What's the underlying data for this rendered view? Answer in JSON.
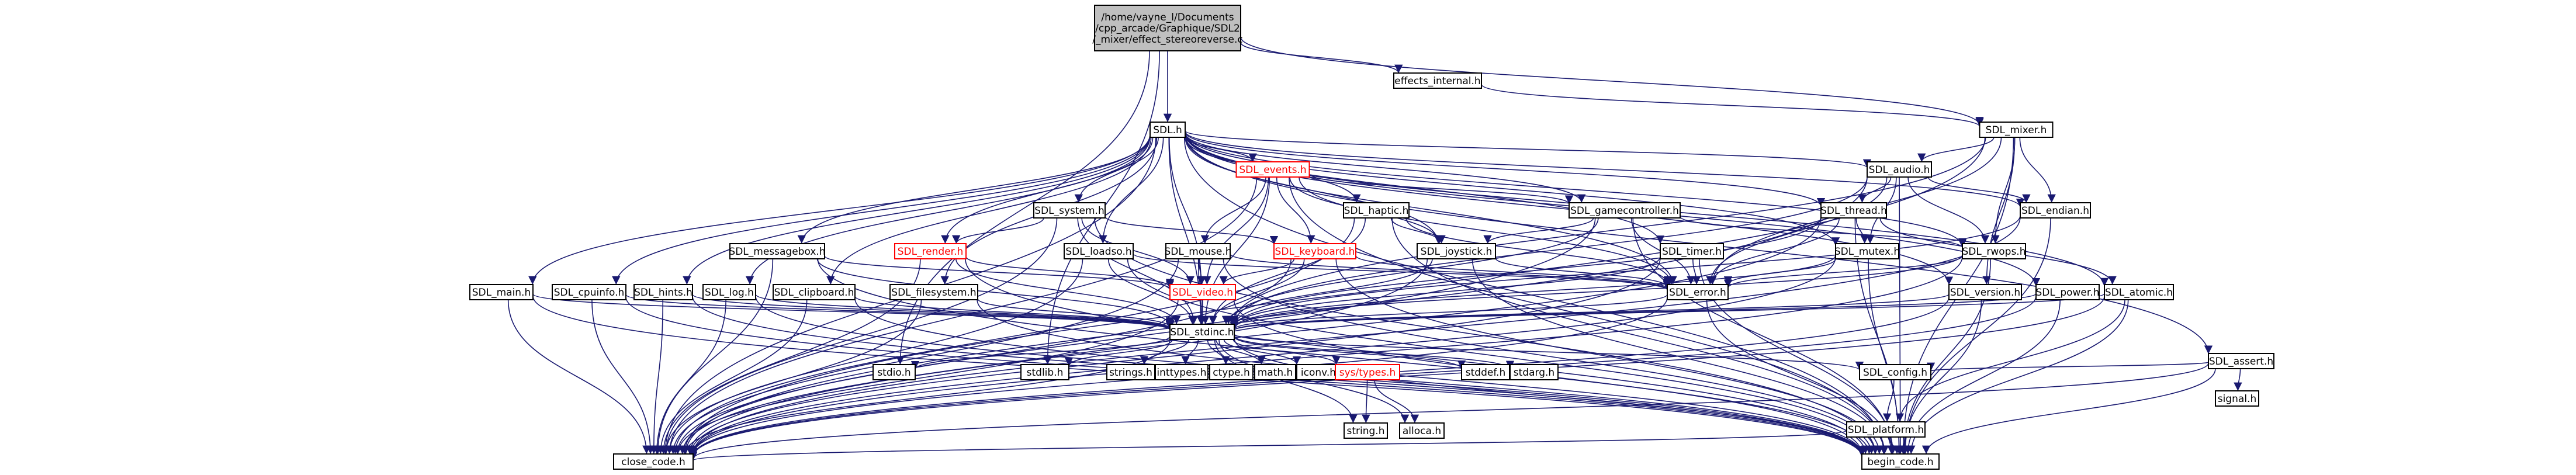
{
  "colors": {
    "edge": "#191970",
    "root_fill": "#bfbfbf",
    "node_stroke": "#000000",
    "broken_link": "#ff0000"
  },
  "nodes": [
    {
      "id": "root",
      "lines": [
        "/home/vayne_l/Documents",
        "/cpp_arcade/Graphique/SDL2",
        "/_mixer/effect_stereoreverse.c"
      ],
      "style": "root"
    },
    {
      "id": "effects_internal",
      "lines": [
        "effects_internal.h"
      ]
    },
    {
      "id": "SDL",
      "lines": [
        "SDL.h"
      ]
    },
    {
      "id": "SDL_mixer",
      "lines": [
        "SDL_mixer.h"
      ]
    },
    {
      "id": "SDL_events",
      "lines": [
        "SDL_events.h"
      ],
      "style": "red"
    },
    {
      "id": "SDL_audio",
      "lines": [
        "SDL_audio.h"
      ]
    },
    {
      "id": "SDL_system",
      "lines": [
        "SDL_system.h"
      ]
    },
    {
      "id": "SDL_haptic",
      "lines": [
        "SDL_haptic.h"
      ]
    },
    {
      "id": "SDL_gamecontroller",
      "lines": [
        "SDL_gamecontroller.h"
      ]
    },
    {
      "id": "SDL_thread",
      "lines": [
        "SDL_thread.h"
      ]
    },
    {
      "id": "SDL_endian",
      "lines": [
        "SDL_endian.h"
      ]
    },
    {
      "id": "SDL_messagebox",
      "lines": [
        "SDL_messagebox.h"
      ]
    },
    {
      "id": "SDL_render",
      "lines": [
        "SDL_render.h"
      ],
      "style": "red"
    },
    {
      "id": "SDL_loadso",
      "lines": [
        "SDL_loadso.h"
      ]
    },
    {
      "id": "SDL_mouse",
      "lines": [
        "SDL_mouse.h"
      ]
    },
    {
      "id": "SDL_keyboard",
      "lines": [
        "SDL_keyboard.h"
      ],
      "style": "red"
    },
    {
      "id": "SDL_joystick",
      "lines": [
        "SDL_joystick.h"
      ]
    },
    {
      "id": "SDL_timer",
      "lines": [
        "SDL_timer.h"
      ]
    },
    {
      "id": "SDL_mutex",
      "lines": [
        "SDL_mutex.h"
      ]
    },
    {
      "id": "SDL_rwops",
      "lines": [
        "SDL_rwops.h"
      ]
    },
    {
      "id": "SDL_video",
      "lines": [
        "SDL_video.h"
      ],
      "style": "red"
    },
    {
      "id": "SDL_error",
      "lines": [
        "SDL_error.h"
      ]
    },
    {
      "id": "SDL_atomic",
      "lines": [
        "SDL_atomic.h"
      ]
    },
    {
      "id": "SDL_main",
      "lines": [
        "SDL_main.h"
      ]
    },
    {
      "id": "SDL_cpuinfo",
      "lines": [
        "SDL_cpuinfo.h"
      ]
    },
    {
      "id": "SDL_hints",
      "lines": [
        "SDL_hints.h"
      ]
    },
    {
      "id": "SDL_log",
      "lines": [
        "SDL_log.h"
      ]
    },
    {
      "id": "SDL_clipboard",
      "lines": [
        "SDL_clipboard.h"
      ]
    },
    {
      "id": "SDL_filesystem",
      "lines": [
        "SDL_filesystem.h"
      ]
    },
    {
      "id": "SDL_version",
      "lines": [
        "SDL_version.h"
      ]
    },
    {
      "id": "SDL_power",
      "lines": [
        "SDL_power.h"
      ]
    },
    {
      "id": "SDL_stdinc",
      "lines": [
        "SDL_stdinc.h"
      ]
    },
    {
      "id": "SDL_assert",
      "lines": [
        "SDL_assert.h"
      ]
    },
    {
      "id": "stdio",
      "lines": [
        "stdio.h"
      ]
    },
    {
      "id": "stdlib",
      "lines": [
        "stdlib.h"
      ]
    },
    {
      "id": "strings",
      "lines": [
        "strings.h"
      ]
    },
    {
      "id": "inttypes",
      "lines": [
        "inttypes.h"
      ]
    },
    {
      "id": "ctype",
      "lines": [
        "ctype.h"
      ]
    },
    {
      "id": "math",
      "lines": [
        "math.h"
      ]
    },
    {
      "id": "iconv",
      "lines": [
        "iconv.h"
      ]
    },
    {
      "id": "sys_types",
      "lines": [
        "sys/types.h"
      ],
      "style": "red"
    },
    {
      "id": "stddef",
      "lines": [
        "stddef.h"
      ]
    },
    {
      "id": "stdarg",
      "lines": [
        "stdarg.h"
      ]
    },
    {
      "id": "SDL_config",
      "lines": [
        "SDL_config.h"
      ]
    },
    {
      "id": "signal",
      "lines": [
        "signal.h"
      ]
    },
    {
      "id": "string",
      "lines": [
        "string.h"
      ]
    },
    {
      "id": "alloca",
      "lines": [
        "alloca.h"
      ]
    },
    {
      "id": "SDL_platform",
      "lines": [
        "SDL_platform.h"
      ]
    },
    {
      "id": "close_code",
      "lines": [
        "close_code.h"
      ]
    },
    {
      "id": "begin_code",
      "lines": [
        "begin_code.h"
      ]
    }
  ],
  "edges": [
    [
      "root",
      "effects_internal"
    ],
    [
      "root",
      "SDL"
    ],
    [
      "root",
      "SDL_mixer"
    ],
    [
      "root",
      "stdio"
    ],
    [
      "root",
      "stdlib"
    ],
    [
      "effects_internal",
      "SDL_mixer"
    ],
    [
      "SDL_mixer",
      "SDL_audio"
    ],
    [
      "SDL_mixer",
      "SDL_endian"
    ],
    [
      "SDL_mixer",
      "SDL_rwops"
    ],
    [
      "SDL_mixer",
      "SDL_version"
    ],
    [
      "SDL_mixer",
      "SDL_error"
    ],
    [
      "SDL_mixer",
      "SDL_stdinc"
    ],
    [
      "SDL_mixer",
      "begin_code"
    ],
    [
      "SDL_mixer",
      "close_code"
    ],
    [
      "SDL",
      "SDL_main"
    ],
    [
      "SDL",
      "SDL_stdinc"
    ],
    [
      "SDL",
      "SDL_assert"
    ],
    [
      "SDL",
      "SDL_atomic"
    ],
    [
      "SDL",
      "SDL_audio"
    ],
    [
      "SDL",
      "SDL_clipboard"
    ],
    [
      "SDL",
      "SDL_cpuinfo"
    ],
    [
      "SDL",
      "SDL_endian"
    ],
    [
      "SDL",
      "SDL_error"
    ],
    [
      "SDL",
      "SDL_events"
    ],
    [
      "SDL",
      "SDL_filesystem"
    ],
    [
      "SDL",
      "SDL_gamecontroller"
    ],
    [
      "SDL",
      "SDL_haptic"
    ],
    [
      "SDL",
      "SDL_hints"
    ],
    [
      "SDL",
      "SDL_joystick"
    ],
    [
      "SDL",
      "SDL_loadso"
    ],
    [
      "SDL",
      "SDL_log"
    ],
    [
      "SDL",
      "SDL_messagebox"
    ],
    [
      "SDL",
      "SDL_mutex"
    ],
    [
      "SDL",
      "SDL_power"
    ],
    [
      "SDL",
      "SDL_render"
    ],
    [
      "SDL",
      "SDL_rwops"
    ],
    [
      "SDL",
      "SDL_system"
    ],
    [
      "SDL",
      "SDL_thread"
    ],
    [
      "SDL",
      "SDL_timer"
    ],
    [
      "SDL",
      "SDL_version"
    ],
    [
      "SDL",
      "SDL_video"
    ],
    [
      "SDL",
      "begin_code"
    ],
    [
      "SDL",
      "close_code"
    ],
    [
      "SDL_events",
      "SDL_stdinc"
    ],
    [
      "SDL_events",
      "SDL_error"
    ],
    [
      "SDL_events",
      "SDL_video"
    ],
    [
      "SDL_events",
      "SDL_keyboard"
    ],
    [
      "SDL_events",
      "SDL_mouse"
    ],
    [
      "SDL_events",
      "SDL_joystick"
    ],
    [
      "SDL_events",
      "SDL_gamecontroller"
    ],
    [
      "SDL_events",
      "SDL_quit_placeholder"
    ],
    [
      "SDL_events",
      "SDL_gesture_placeholder"
    ],
    [
      "SDL_events",
      "SDL_touch_placeholder"
    ],
    [
      "SDL_events",
      "begin_code"
    ],
    [
      "SDL_events",
      "close_code"
    ],
    [
      "SDL_audio",
      "SDL_stdinc"
    ],
    [
      "SDL_audio",
      "SDL_error"
    ],
    [
      "SDL_audio",
      "SDL_endian"
    ],
    [
      "SDL_audio",
      "SDL_mutex"
    ],
    [
      "SDL_audio",
      "SDL_thread"
    ],
    [
      "SDL_audio",
      "SDL_rwops"
    ],
    [
      "SDL_audio",
      "begin_code"
    ],
    [
      "SDL_audio",
      "close_code"
    ],
    [
      "SDL_system",
      "SDL_stdinc"
    ],
    [
      "SDL_system",
      "SDL_keyboard"
    ],
    [
      "SDL_system",
      "SDL_render"
    ],
    [
      "SDL_system",
      "SDL_video"
    ],
    [
      "SDL_system",
      "begin_code"
    ],
    [
      "SDL_system",
      "close_code"
    ],
    [
      "SDL_haptic",
      "SDL_stdinc"
    ],
    [
      "SDL_haptic",
      "SDL_error"
    ],
    [
      "SDL_haptic",
      "SDL_joystick"
    ],
    [
      "SDL_haptic",
      "begin_code"
    ],
    [
      "SDL_haptic",
      "close_code"
    ],
    [
      "SDL_gamecontroller",
      "SDL_stdinc"
    ],
    [
      "SDL_gamecontroller",
      "SDL_error"
    ],
    [
      "SDL_gamecontroller",
      "SDL_rwops"
    ],
    [
      "SDL_gamecontroller",
      "SDL_joystick"
    ],
    [
      "SDL_gamecontroller",
      "begin_code"
    ],
    [
      "SDL_gamecontroller",
      "close_code"
    ],
    [
      "SDL_thread",
      "SDL_stdinc"
    ],
    [
      "SDL_thread",
      "SDL_error"
    ],
    [
      "SDL_thread",
      "SDL_atomic"
    ],
    [
      "SDL_thread",
      "SDL_mutex"
    ],
    [
      "SDL_thread",
      "begin_code"
    ],
    [
      "SDL_thread",
      "close_code"
    ],
    [
      "SDL_endian",
      "SDL_stdinc"
    ],
    [
      "SDL_endian",
      "begin_code"
    ],
    [
      "SDL_endian",
      "close_code"
    ],
    [
      "SDL_messagebox",
      "SDL_stdinc"
    ],
    [
      "SDL_messagebox",
      "SDL_video"
    ],
    [
      "SDL_messagebox",
      "begin_code"
    ],
    [
      "SDL_messagebox",
      "close_code"
    ],
    [
      "SDL_render",
      "SDL_stdinc"
    ],
    [
      "SDL_render",
      "SDL_video"
    ],
    [
      "SDL_render",
      "begin_code"
    ],
    [
      "SDL_render",
      "close_code"
    ],
    [
      "SDL_loadso",
      "SDL_stdinc"
    ],
    [
      "SDL_loadso",
      "SDL_error"
    ],
    [
      "SDL_loadso",
      "begin_code"
    ],
    [
      "SDL_loadso",
      "close_code"
    ],
    [
      "SDL_mouse",
      "SDL_stdinc"
    ],
    [
      "SDL_mouse",
      "SDL_error"
    ],
    [
      "SDL_mouse",
      "SDL_video"
    ],
    [
      "SDL_mouse",
      "begin_code"
    ],
    [
      "SDL_mouse",
      "close_code"
    ],
    [
      "SDL_keyboard",
      "SDL_stdinc"
    ],
    [
      "SDL_keyboard",
      "SDL_error"
    ],
    [
      "SDL_keyboard",
      "SDL_video"
    ],
    [
      "SDL_keyboard",
      "begin_code"
    ],
    [
      "SDL_keyboard",
      "close_code"
    ],
    [
      "SDL_joystick",
      "SDL_stdinc"
    ],
    [
      "SDL_joystick",
      "SDL_error"
    ],
    [
      "SDL_joystick",
      "begin_code"
    ],
    [
      "SDL_joystick",
      "close_code"
    ],
    [
      "SDL_timer",
      "SDL_stdinc"
    ],
    [
      "SDL_timer",
      "SDL_error"
    ],
    [
      "SDL_timer",
      "begin_code"
    ],
    [
      "SDL_timer",
      "close_code"
    ],
    [
      "SDL_mutex",
      "SDL_stdinc"
    ],
    [
      "SDL_mutex",
      "SDL_error"
    ],
    [
      "SDL_mutex",
      "begin_code"
    ],
    [
      "SDL_mutex",
      "close_code"
    ],
    [
      "SDL_rwops",
      "SDL_stdinc"
    ],
    [
      "SDL_rwops",
      "SDL_error"
    ],
    [
      "SDL_rwops",
      "begin_code"
    ],
    [
      "SDL_rwops",
      "close_code"
    ],
    [
      "SDL_video",
      "SDL_stdinc"
    ],
    [
      "SDL_video",
      "begin_code"
    ],
    [
      "SDL_video",
      "close_code"
    ],
    [
      "SDL_error",
      "SDL_stdinc"
    ],
    [
      "SDL_error",
      "begin_code"
    ],
    [
      "SDL_error",
      "close_code"
    ],
    [
      "SDL_atomic",
      "SDL_stdinc"
    ],
    [
      "SDL_atomic",
      "SDL_platform"
    ],
    [
      "SDL_atomic",
      "begin_code"
    ],
    [
      "SDL_atomic",
      "close_code"
    ],
    [
      "SDL_main",
      "SDL_stdinc"
    ],
    [
      "SDL_main",
      "begin_code"
    ],
    [
      "SDL_main",
      "close_code"
    ],
    [
      "SDL_cpuinfo",
      "SDL_stdinc"
    ],
    [
      "SDL_cpuinfo",
      "begin_code"
    ],
    [
      "SDL_cpuinfo",
      "close_code"
    ],
    [
      "SDL_hints",
      "SDL_stdinc"
    ],
    [
      "SDL_hints",
      "begin_code"
    ],
    [
      "SDL_hints",
      "close_code"
    ],
    [
      "SDL_log",
      "SDL_stdinc"
    ],
    [
      "SDL_log",
      "begin_code"
    ],
    [
      "SDL_log",
      "close_code"
    ],
    [
      "SDL_clipboard",
      "SDL_stdinc"
    ],
    [
      "SDL_clipboard",
      "begin_code"
    ],
    [
      "SDL_clipboard",
      "close_code"
    ],
    [
      "SDL_filesystem",
      "SDL_stdinc"
    ],
    [
      "SDL_filesystem",
      "begin_code"
    ],
    [
      "SDL_filesystem",
      "close_code"
    ],
    [
      "SDL_version",
      "SDL_stdinc"
    ],
    [
      "SDL_version",
      "begin_code"
    ],
    [
      "SDL_version",
      "close_code"
    ],
    [
      "SDL_power",
      "SDL_stdinc"
    ],
    [
      "SDL_power",
      "begin_code"
    ],
    [
      "SDL_power",
      "close_code"
    ],
    [
      "SDL_assert",
      "SDL_config"
    ],
    [
      "SDL_assert",
      "signal"
    ],
    [
      "SDL_assert",
      "begin_code"
    ],
    [
      "SDL_assert",
      "close_code"
    ],
    [
      "SDL_stdinc",
      "SDL_config"
    ],
    [
      "SDL_stdinc",
      "sys_types"
    ],
    [
      "SDL_stdinc",
      "stdio"
    ],
    [
      "SDL_stdinc",
      "stdlib"
    ],
    [
      "SDL_stdinc",
      "stddef"
    ],
    [
      "SDL_stdinc",
      "stdarg"
    ],
    [
      "SDL_stdinc",
      "string"
    ],
    [
      "SDL_stdinc",
      "strings"
    ],
    [
      "SDL_stdinc",
      "inttypes"
    ],
    [
      "SDL_stdinc",
      "ctype"
    ],
    [
      "SDL_stdinc",
      "math"
    ],
    [
      "SDL_stdinc",
      "iconv"
    ],
    [
      "SDL_stdinc",
      "alloca"
    ],
    [
      "SDL_stdinc",
      "begin_code"
    ],
    [
      "SDL_stdinc",
      "close_code"
    ],
    [
      "sys_types",
      "string"
    ],
    [
      "sys_types",
      "alloca"
    ],
    [
      "SDL_config",
      "SDL_platform"
    ],
    [
      "SDL_platform",
      "begin_code"
    ],
    [
      "SDL_platform",
      "close_code"
    ]
  ]
}
